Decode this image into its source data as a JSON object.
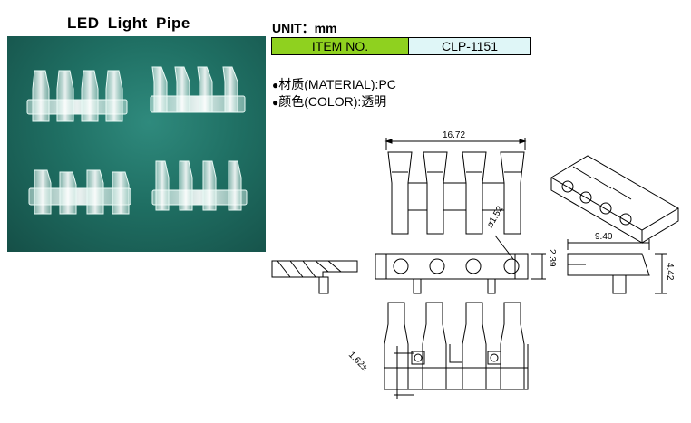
{
  "header": {
    "title": "LED Light Pipe",
    "unit_label": "UNIT：mm"
  },
  "spec": {
    "item_label": "ITEM NO.",
    "item_value": "CLP-1151",
    "label_color": "#8fd11f",
    "value_color": "#dff6f7"
  },
  "properties": [
    {
      "label": "材质(MATERIAL):",
      "value": "PC"
    },
    {
      "label": "颜色(COLOR):",
      "value": "透明"
    }
  ],
  "drawing": {
    "dim_width": "16.72",
    "dim_height": "2.39",
    "dim_diameter": "ø1.52",
    "dim_side_width": "9.40",
    "dim_side_height": "4.42",
    "dim_small": "1.62±"
  },
  "photo": {
    "background": "#1f6f63"
  }
}
